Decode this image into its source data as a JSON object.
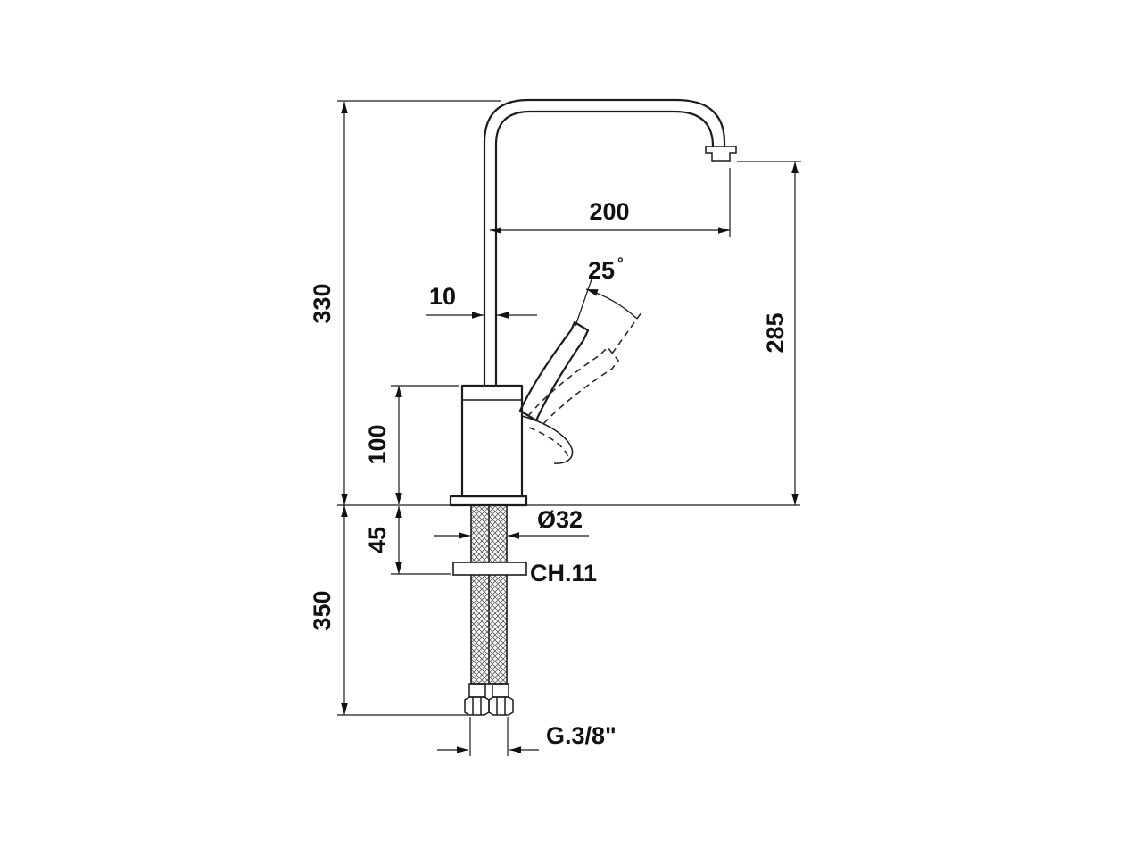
{
  "drawing": {
    "dimensions": {
      "total_height": "330",
      "hose_length": "350",
      "spout_reach": "200",
      "spout_height": "285",
      "handle_angle_value": "25",
      "degree_symbol": "°",
      "pipe_width": "10",
      "body_height": "100",
      "nut_offset": "45",
      "base_diameter": "Ø32",
      "wrench_size": "CH.11",
      "thread_size": "G.3/8\""
    }
  }
}
